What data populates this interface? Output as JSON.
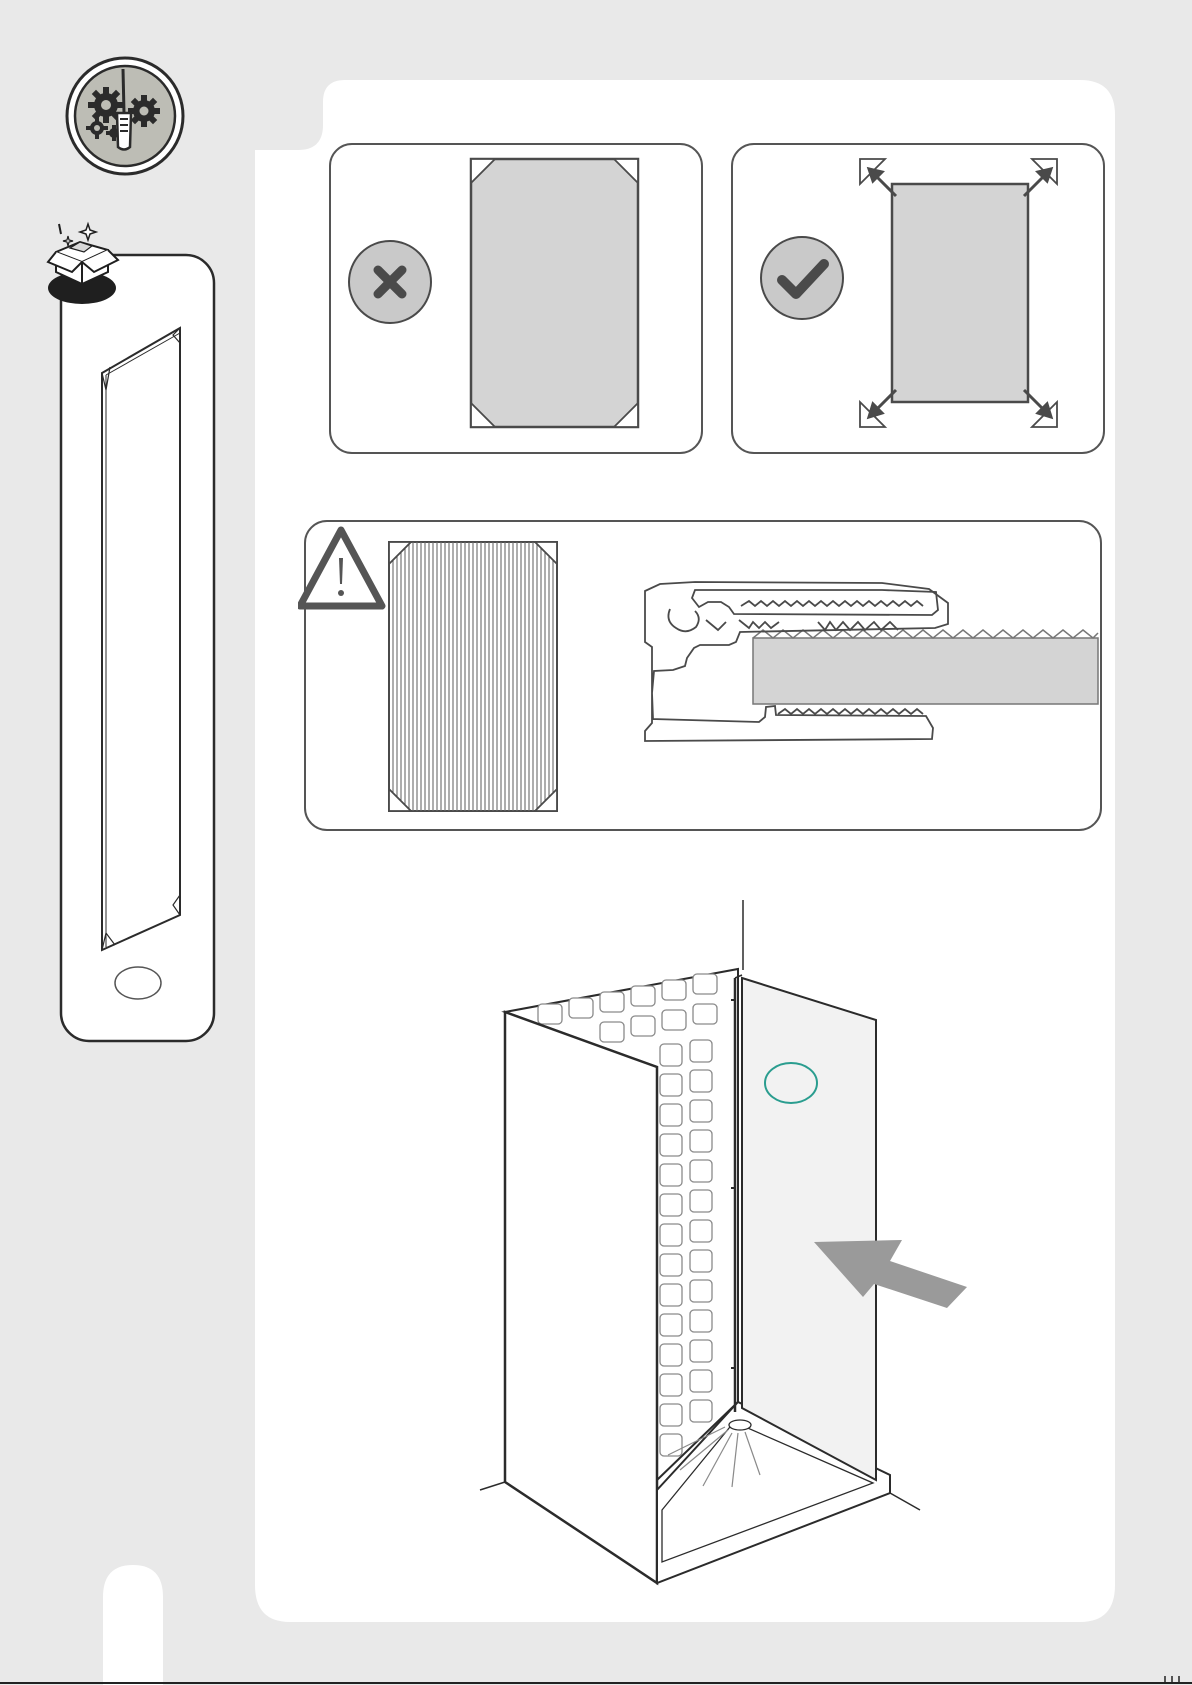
{
  "page": {
    "background": "#e9e9e9",
    "panel_background": "#ffffff"
  },
  "tools_badge": {
    "icon": "gears-and-screwdriver-icon"
  },
  "parts_panel": {
    "unbox_icon": "open-box-icon",
    "part_icon": "glass-panel-with-corner-protectors",
    "quantity_label": ""
  },
  "wrong_example": {
    "icon": "cross-icon",
    "status": "incorrect"
  },
  "correct_example": {
    "icon": "check-icon",
    "status": "correct"
  },
  "warning_panel": {
    "icon": "warning-triangle-icon",
    "sheet_icon": "ribbed-sheet-with-corner-protectors",
    "detail_icon": "profile-cross-section"
  },
  "install_scene": {
    "icon": "shower-enclosure-illustration",
    "highlight_color": "#2a9d8f",
    "arrow_icon": "push-arrow-icon"
  },
  "colors": {
    "panel_fill": "#d4d4d4",
    "stroke": "#4a4a4a",
    "circle_fill": "#c9c9c9",
    "arrow_fill": "#9a9a9a",
    "badge_fill": "#bdbdb5"
  }
}
